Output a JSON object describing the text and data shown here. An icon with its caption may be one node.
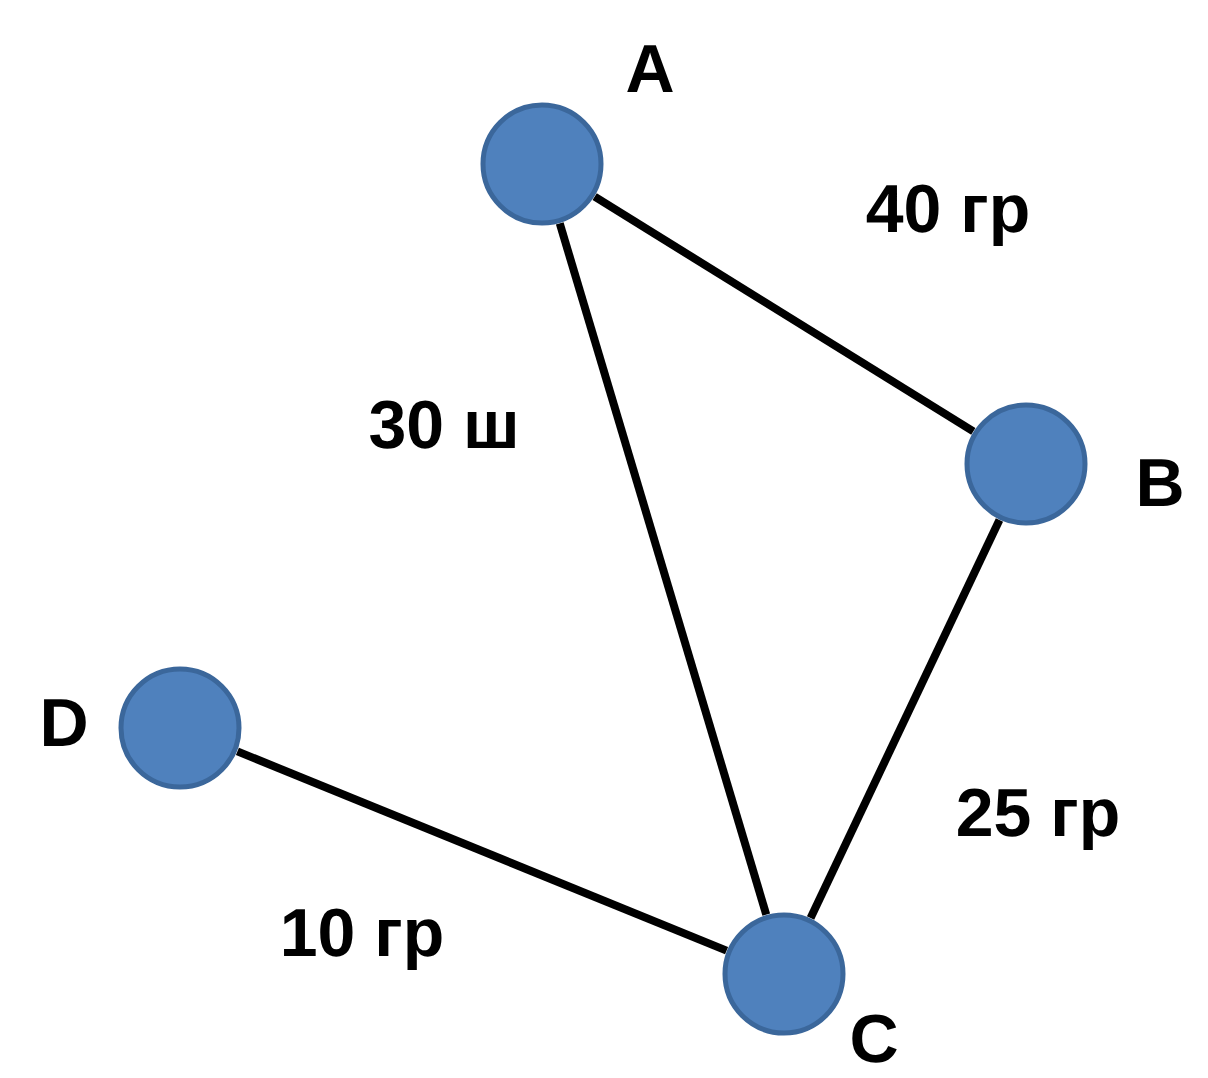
{
  "diagram": {
    "nodes": [
      {
        "text": [],
        "shape": "circle",
        "beside": [
          "A"
        ]
      },
      {
        "text": [],
        "shape": "circle",
        "beside": [
          "B"
        ]
      },
      {
        "text": [],
        "shape": "circle",
        "beside": [
          "C"
        ]
      },
      {
        "text": [],
        "shape": "circle",
        "beside": [
          "D"
        ]
      }
    ],
    "edges": [
      {
        "from": 0,
        "to": 1,
        "arrow": "none",
        "label": "40 гр"
      },
      {
        "from": 0,
        "to": 2,
        "arrow": "none",
        "label": "30 ш"
      },
      {
        "from": 1,
        "to": 2,
        "arrow": "none",
        "label": "25 гр"
      },
      {
        "from": 3,
        "to": 2,
        "arrow": "none",
        "label": "10 гр"
      }
    ]
  }
}
